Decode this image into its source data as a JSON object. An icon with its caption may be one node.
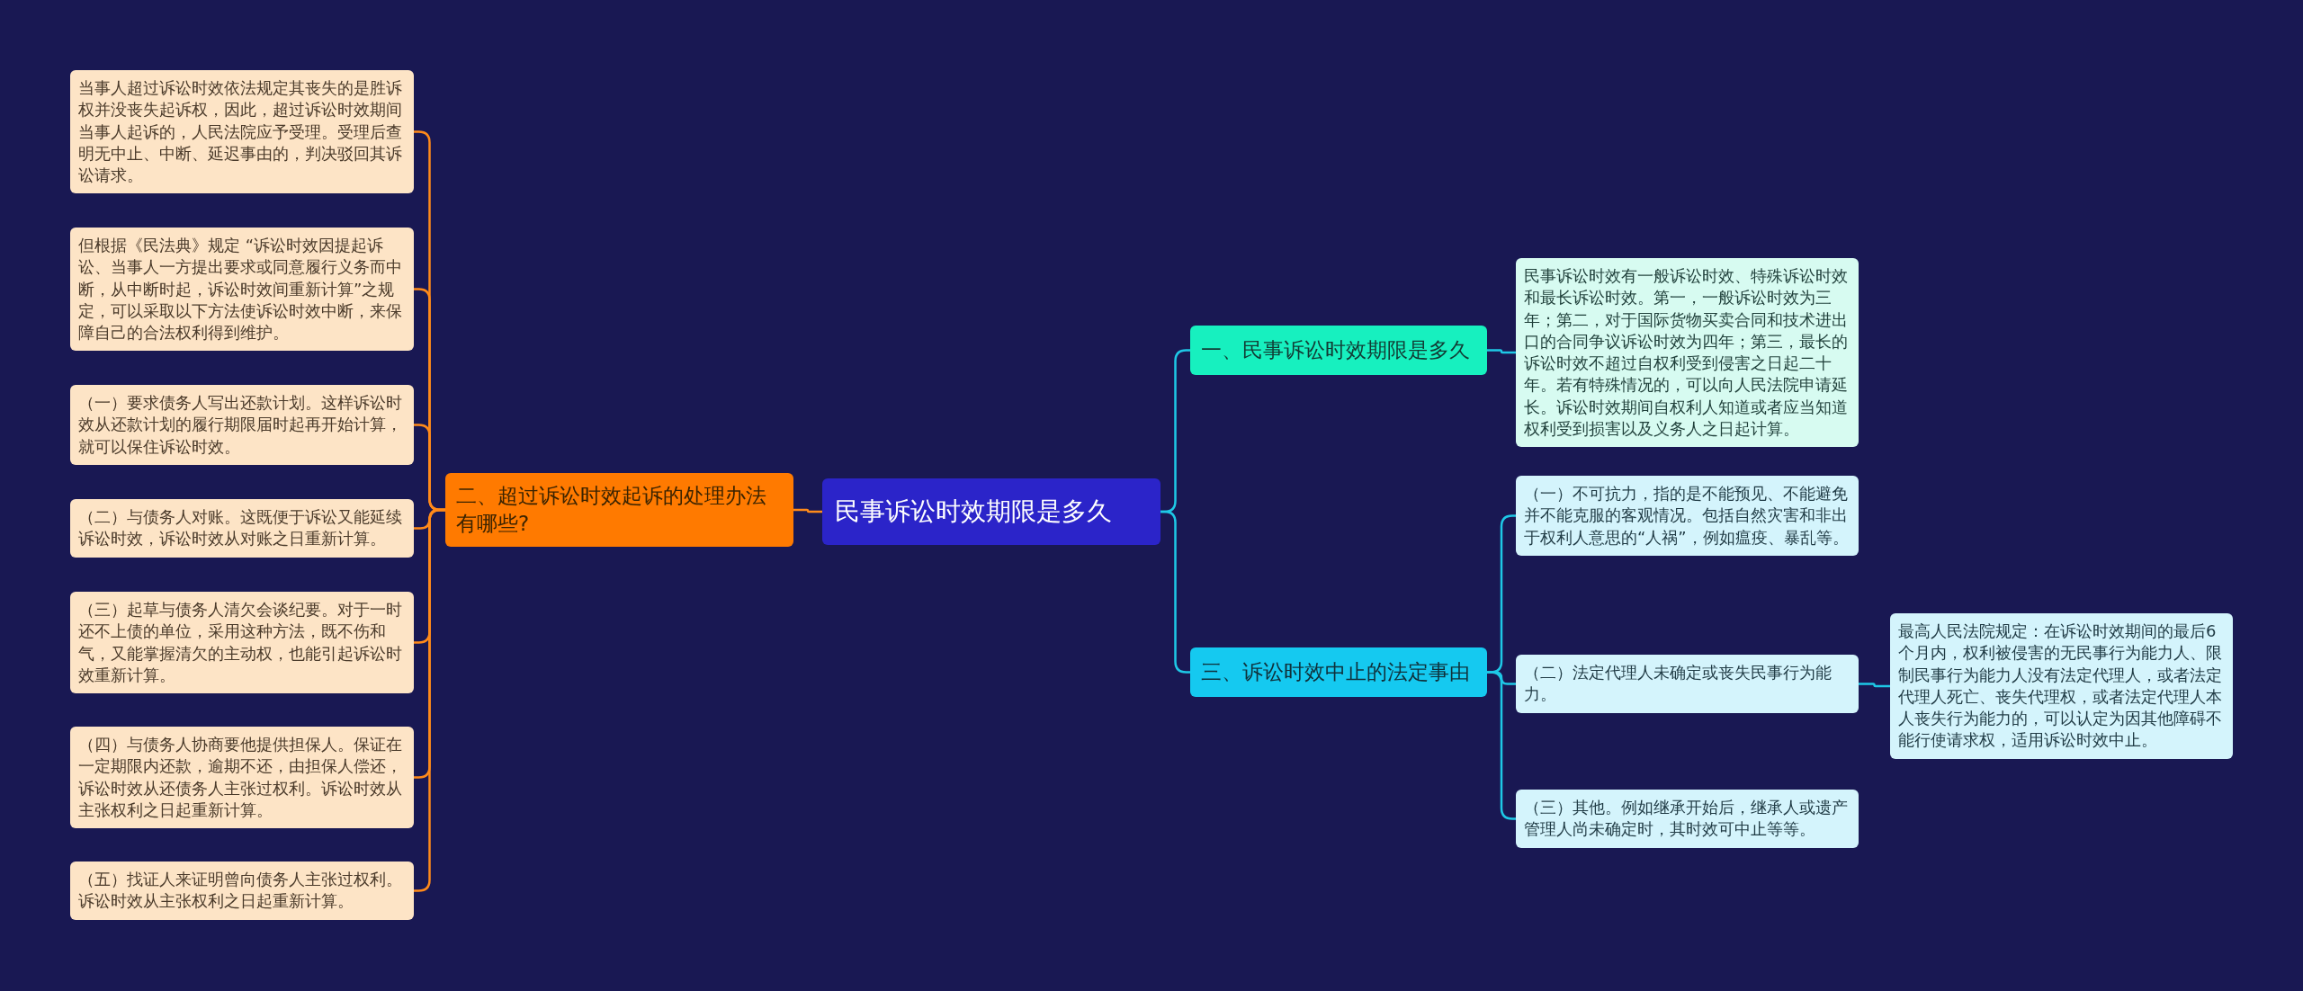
{
  "diagram": {
    "nodes": [
      {
        "text": [
          "民事诉讼时效期限是多久"
        ]
      },
      {
        "text": [
          "二、超过诉讼时效起诉的处理办法有哪些?"
        ]
      },
      {
        "text": [
          "当事人超过诉讼时效依法规定其丧失的是胜诉权并没丧失起诉权，因此，超过诉讼时效期间当事人起诉的，人民法院应予受理。受理后查明无中止、中断、延迟事由的，判决驳回其诉讼请求。"
        ]
      },
      {
        "text": [
          "但根据《民法典》规定 “诉讼时效因提起诉讼、当事人一方提出要求或同意履行义务而中断，从中断时起，诉讼时效间重新计算”之规定，可以采取以下方法使诉讼时效中断，来保障自己的合法权利得到维护。"
        ]
      },
      {
        "text": [
          "（一）要求债务人写出还款计划。这样诉讼时效从还款计划的履行期限届时起再开始计算，就可以保住诉讼时效。"
        ]
      },
      {
        "text": [
          "（二）与债务人对账。这既便于诉讼又能延续诉讼时效，诉讼时效从对账之日重新计算。"
        ]
      },
      {
        "text": [
          "（三）起草与债务人清欠会谈纪要。对于一时还不上债的单位，采用这种方法，既不伤和气，又能掌握清欠的主动权，也能引起诉讼时效重新计算。"
        ]
      },
      {
        "text": [
          "（四）与债务人协商要他提供担保人。保证在一定期限内还款，逾期不还，由担保人偿还，诉讼时效从还债务人主张过权利。诉讼时效从主张权利之日起重新计算。"
        ]
      },
      {
        "text": [
          "（五）找证人来证明曾向债务人主张过权利。诉讼时效从主张权利之日起重新计算。"
        ]
      },
      {
        "text": [
          "一、民事诉讼时效期限是多久"
        ]
      },
      {
        "text": [
          "民事诉讼时效有一般诉讼时效、特殊诉讼时效和最长诉讼时效。第一，一般诉讼时效为三年；第二，对于国际货物买卖合同和技术进出口的合同争议诉讼时效为四年；第三，最长的诉讼时效不超过自权利受到侵害之日起二十年。若有特殊情况的，可以向人民法院申请延长。诉讼时效期间自权利人知道或者应当知道权利受到损害以及义务人之日起计算。"
        ]
      },
      {
        "text": [
          "三、诉讼时效中止的法定事由"
        ]
      },
      {
        "text": [
          "（一）不可抗力，指的是不能预见、不能避免并不能克服的客观情况。包括自然灾害和非出于权利人意思的“人祸”，例如瘟疫、暴乱等。"
        ]
      },
      {
        "text": [
          "（二）法定代理人未确定或丧失民事行为能力。"
        ]
      },
      {
        "text": [
          "（三）其他。例如继承开始后，继承人或遗产管理人尚未确定时，其时效可中止等等。"
        ]
      },
      {
        "text": [
          "最高人民法院规定：在诉讼时效期间的最后6个月内，权利被侵害的无民事行为能力人、限制民事行为能力人没有法定代理人，或者法定代理人死亡、丧失代理权，或者法定代理人本人丧失行为能力的，可以认定为因其他障碍不能行使请求权，适用诉讼时效中止。"
        ]
      }
    ],
    "edges": [
      {
        "from": 0,
        "to": 1,
        "arrow": "none"
      },
      {
        "from": 1,
        "to": 2,
        "arrow": "none"
      },
      {
        "from": 1,
        "to": 3,
        "arrow": "none"
      },
      {
        "from": 1,
        "to": 4,
        "arrow": "none"
      },
      {
        "from": 1,
        "to": 5,
        "arrow": "none"
      },
      {
        "from": 1,
        "to": 6,
        "arrow": "none"
      },
      {
        "from": 1,
        "to": 7,
        "arrow": "none"
      },
      {
        "from": 1,
        "to": 8,
        "arrow": "none"
      },
      {
        "from": 0,
        "to": 9,
        "arrow": "none",
        "color": "#1ec8e6"
      },
      {
        "from": 9,
        "to": 10,
        "arrow": "none",
        "color": "#1ec8e6"
      },
      {
        "from": 0,
        "to": 11,
        "arrow": "none",
        "color": "#1ec8e6"
      },
      {
        "from": 11,
        "to": 12,
        "arrow": "none",
        "color": "#1ec8e6"
      },
      {
        "from": 11,
        "to": 13,
        "arrow": "none",
        "color": "#1ec8e6"
      },
      {
        "from": 11,
        "to": 14,
        "arrow": "none",
        "color": "#1ec8e6"
      },
      {
        "from": 13,
        "to": 15,
        "arrow": "none",
        "color": "#1ec8e6"
      }
    ]
  }
}
